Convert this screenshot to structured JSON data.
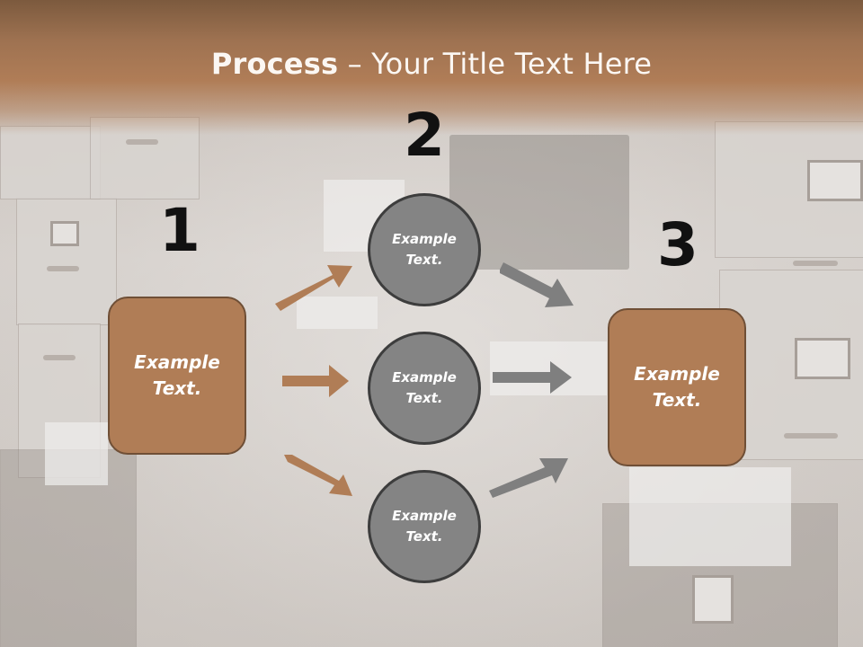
{
  "title": {
    "bold": "Process",
    "rest": " – Your Title Text Here"
  },
  "steps": {
    "n1": "1",
    "n2": "2",
    "n3": "3"
  },
  "left_box": {
    "line1": "Example",
    "line2": "Text."
  },
  "circles": [
    {
      "line1": "Example",
      "line2": "Text."
    },
    {
      "line1": "Example",
      "line2": "Text."
    },
    {
      "line1": "Example",
      "line2": "Text."
    }
  ],
  "right_box": {
    "line1": "Example",
    "line2": "Text."
  },
  "colors": {
    "header": "#b07d57",
    "box": "#b07d56",
    "circle": "#848484",
    "arrow_in": "#b07d56",
    "arrow_out": "#7f7f7f"
  }
}
